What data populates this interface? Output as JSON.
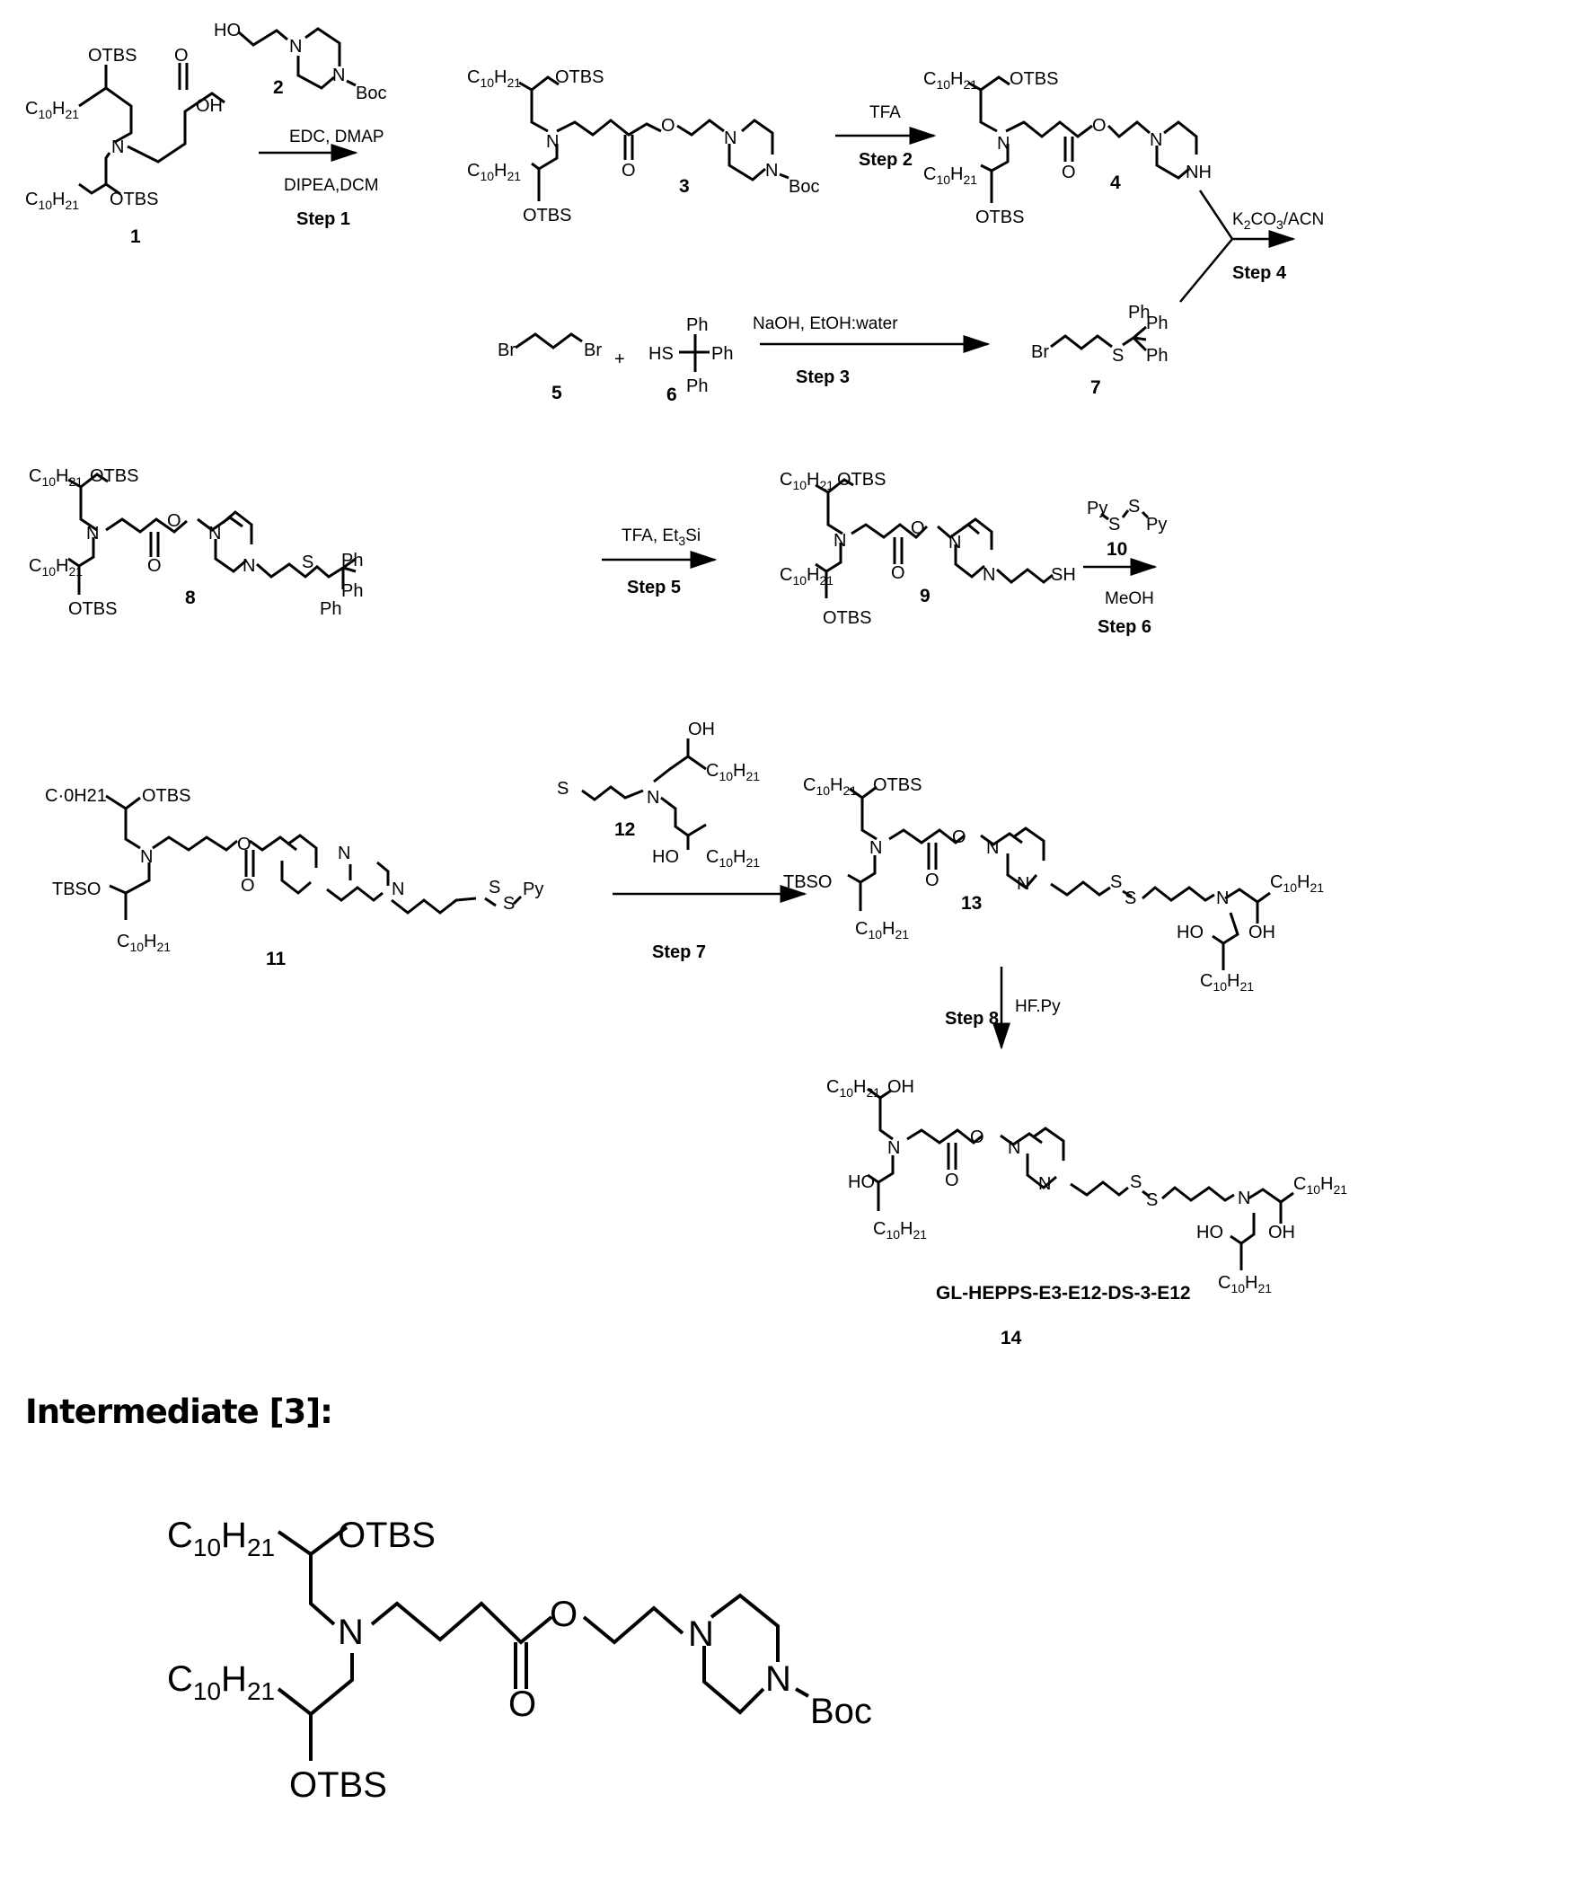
{
  "scheme": {
    "compounds": {
      "c1": {
        "number": "1",
        "labels": {
          "otbs_top": "OTBS",
          "otbs_bottom": "OTBS",
          "chain_top": "C",
          "chain_bottom": "C",
          "n": "N",
          "o": "O",
          "oh": "OH"
        }
      },
      "c2": {
        "number": "2",
        "labels": {
          "ho": "HO",
          "n1": "N",
          "n2": "N",
          "boc": "Boc"
        }
      },
      "c3": {
        "number": "3"
      },
      "c4": {
        "number": "4",
        "labels": {
          "nh": "NH"
        }
      },
      "c5": {
        "number": "5",
        "labels": {
          "br": "Br"
        }
      },
      "c6": {
        "number": "6",
        "labels": {
          "hs": "HS",
          "ph": "Ph"
        }
      },
      "c7": {
        "number": "7",
        "labels": {
          "br": "Br",
          "s": "S",
          "ph": "Ph"
        }
      },
      "c8": {
        "number": "8"
      },
      "c9": {
        "number": "9",
        "labels": {
          "sh": "SH"
        }
      },
      "c10": {
        "number": "10",
        "labels": {
          "py": "Py",
          "s": "S"
        }
      },
      "c11": {
        "number": "11",
        "labels": {
          "tbso": "TBSO",
          "chain_typo": "C·0H21"
        }
      },
      "c12": {
        "number": "12",
        "labels": {
          "oh": "OH",
          "ho": "HO"
        }
      },
      "c13": {
        "number": "13"
      },
      "c14": {
        "number": "14",
        "name": "GL-HEPPS-E3-E12-DS-3-E12"
      }
    },
    "common_labels": {
      "c": "C",
      "h": "H",
      "sub10": "10",
      "sub21": "21",
      "otbs": "OTBS",
      "n": "N",
      "o": "O",
      "boc": "Boc",
      "s": "S",
      "py": "Py",
      "ph": "Ph",
      "oh": "OH",
      "ho": "HO",
      "tbso": "TBSO",
      "plus": "+"
    },
    "steps": [
      {
        "label": "Step 1",
        "reagents_top": "EDC, DMAP",
        "reagents_bottom": "DIPEA,DCM"
      },
      {
        "label": "Step 2",
        "reagents_top": "TFA"
      },
      {
        "label": "Step 3",
        "reagents_top": "NaOH, EtOH:water"
      },
      {
        "label": "Step 4",
        "reagents_top": "K2CO3/ACN",
        "reagent_parts": [
          "K",
          "2",
          "CO",
          "3",
          "/ACN"
        ]
      },
      {
        "label": "Step 5",
        "reagents_top": "TFA, Et3Si",
        "reagent_parts": [
          "TFA, Et",
          "3",
          "Si"
        ]
      },
      {
        "label": "Step 6",
        "reagents_bottom": "MeOH"
      },
      {
        "label": "Step 7"
      },
      {
        "label": "Step 8",
        "reagents_right": "HF.Py"
      }
    ]
  },
  "intermediate": {
    "heading": "Intermediate [3]:"
  }
}
